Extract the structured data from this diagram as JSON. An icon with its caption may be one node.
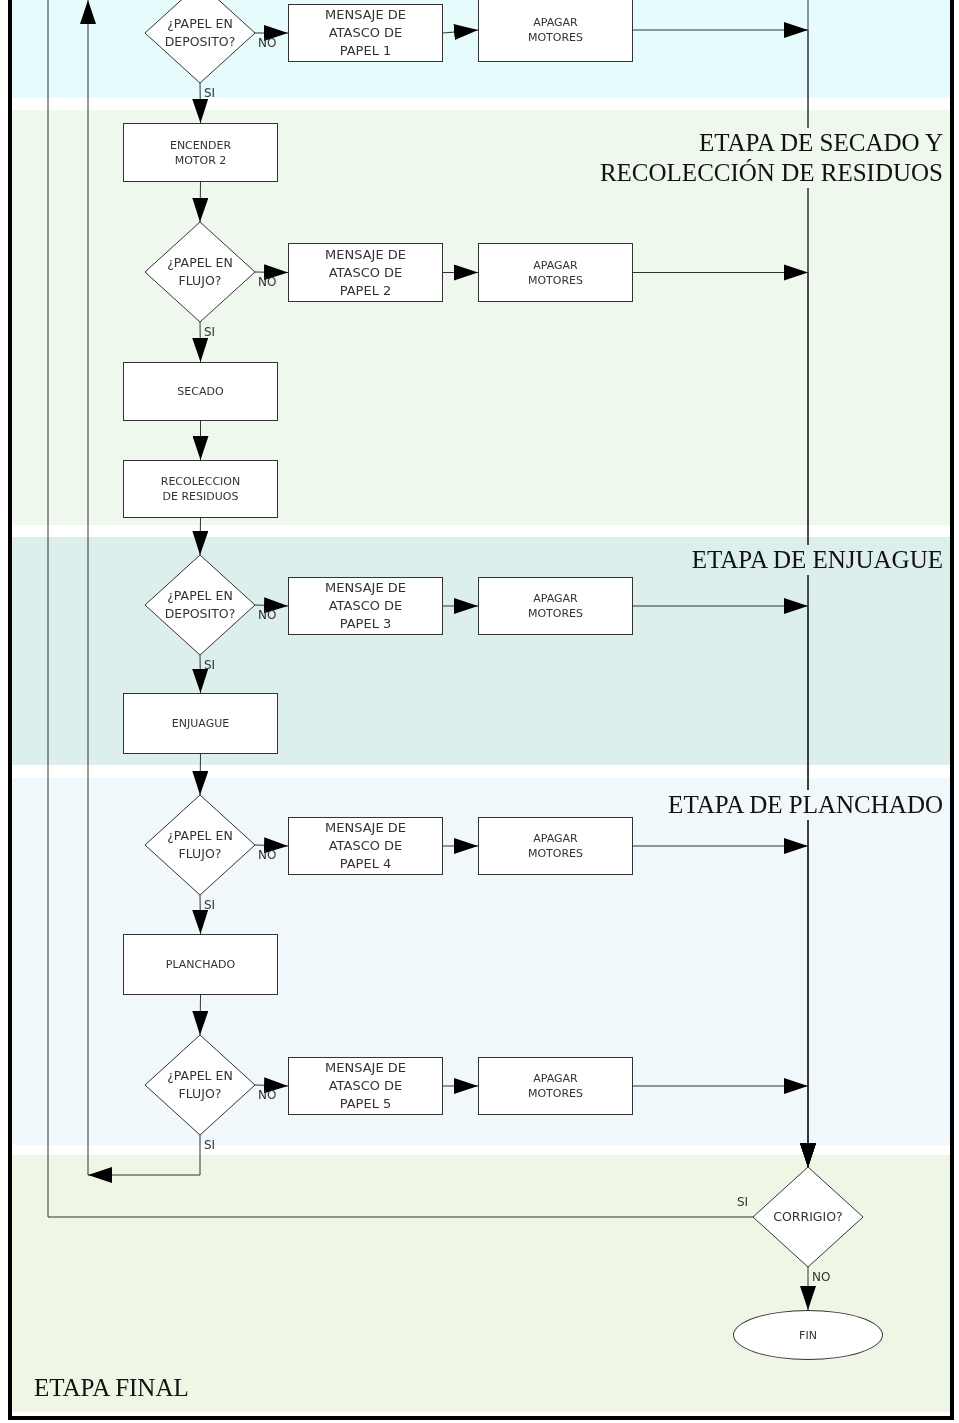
{
  "diagram": {
    "nodes": [
      {
        "text": [],
        "shape": "band"
      },
      {
        "text": [
          "¿PAPEL EN DEPOSITO?"
        ],
        "in": 0
      },
      {
        "text": [
          "MENSAJE DE ATASCO DE PAPEL 1"
        ],
        "in": 0
      },
      {
        "text": [
          "APAGAR MOTORES"
        ],
        "in": 0
      },
      {
        "text": [
          "ETAPA DE SECADO Y RECOLECCIÓN DE RESIDUOS"
        ]
      },
      {
        "text": [
          "ENCENDER MOTOR 2"
        ],
        "in": 4
      },
      {
        "text": [
          "¿PAPEL EN FLUJO?"
        ],
        "in": 4
      },
      {
        "text": [
          "MENSAJE DE ATASCO DE PAPEL 2"
        ],
        "in": 4
      },
      {
        "text": [
          "APAGAR MOTORES"
        ],
        "in": 4
      },
      {
        "text": [
          "SECADO"
        ],
        "in": 4
      },
      {
        "text": [
          "RECOLECCION DE RESIDUOS"
        ],
        "in": 4
      },
      {
        "text": [
          "ETAPA DE ENJUAGUE"
        ]
      },
      {
        "text": [
          "¿PAPEL EN DEPOSITO?"
        ],
        "in": 11
      },
      {
        "text": [
          "MENSAJE DE ATASCO DE PAPEL 3"
        ],
        "in": 11
      },
      {
        "text": [
          "APAGAR MOTORES"
        ],
        "in": 11
      },
      {
        "text": [
          "ENJUAGUE"
        ],
        "in": 11
      },
      {
        "text": [
          "ETAPA DE PLANCHADO"
        ]
      },
      {
        "text": [
          "¿PAPEL EN FLUJO?"
        ],
        "in": 16
      },
      {
        "text": [
          "MENSAJE DE ATASCO DE PAPEL 4"
        ],
        "in": 16
      },
      {
        "text": [
          "APAGAR MOTORES"
        ],
        "in": 16
      },
      {
        "text": [
          "PLANCHADO"
        ],
        "in": 16
      },
      {
        "text": [
          "¿PAPEL EN FLUJO?"
        ],
        "in": 16
      },
      {
        "text": [
          "MENSAJE DE ATASCO DE PAPEL 5"
        ],
        "in": 16
      },
      {
        "text": [
          "APAGAR MOTORES"
        ],
        "in": 16
      },
      {
        "text": [
          "ETAPA FINAL"
        ]
      },
      {
        "text": [
          "CORRIGIO?"
        ],
        "in": 24
      },
      {
        "text": [
          "FIN"
        ],
        "in": 24
      }
    ],
    "edges": [
      {
        "from": 1,
        "to": 2,
        "arrow": "to",
        "label": "NO"
      },
      {
        "from": 2,
        "to": 3,
        "arrow": "to"
      },
      {
        "from": 3,
        "to": 25,
        "arrow": "to"
      },
      {
        "from": 1,
        "to": 5,
        "arrow": "to",
        "label": "SI"
      },
      {
        "from": 5,
        "to": 6,
        "arrow": "to"
      },
      {
        "from": 6,
        "to": 7,
        "arrow": "to",
        "label": "NO"
      },
      {
        "from": 7,
        "to": 8,
        "arrow": "to"
      },
      {
        "from": 8,
        "to": 25,
        "arrow": "to"
      },
      {
        "from": 6,
        "to": 9,
        "arrow": "to",
        "label": "SI"
      },
      {
        "from": 9,
        "to": 10,
        "arrow": "to"
      },
      {
        "from": 10,
        "to": 12,
        "arrow": "to"
      },
      {
        "from": 12,
        "to": 13,
        "arrow": "to",
        "label": "NO"
      },
      {
        "from": 13,
        "to": 14,
        "arrow": "to"
      },
      {
        "from": 14,
        "to": 25,
        "arrow": "to"
      },
      {
        "from": 12,
        "to": 15,
        "arrow": "to",
        "label": "SI"
      },
      {
        "from": 15,
        "to": 17,
        "arrow": "to"
      },
      {
        "from": 17,
        "to": 18,
        "arrow": "to",
        "label": "NO"
      },
      {
        "from": 18,
        "to": 19,
        "arrow": "to"
      },
      {
        "from": 19,
        "to": 25,
        "arrow": "to"
      },
      {
        "from": 17,
        "to": 20,
        "arrow": "to",
        "label": "SI"
      },
      {
        "from": 20,
        "to": 21,
        "arrow": "to"
      },
      {
        "from": 21,
        "to": 22,
        "arrow": "to",
        "label": "NO"
      },
      {
        "from": 22,
        "to": 23,
        "arrow": "to"
      },
      {
        "from": 23,
        "to": 25,
        "arrow": "to"
      },
      {
        "from": 21,
        "to": 0,
        "arrow": "to",
        "label": "SI"
      },
      {
        "from": 25,
        "to": 26,
        "arrow": "to",
        "label": "NO"
      },
      {
        "from": 25,
        "to": 0,
        "arrow": "none",
        "label": "SI"
      },
      {
        "from": 0,
        "to": 25,
        "arrow": "to"
      }
    ]
  }
}
